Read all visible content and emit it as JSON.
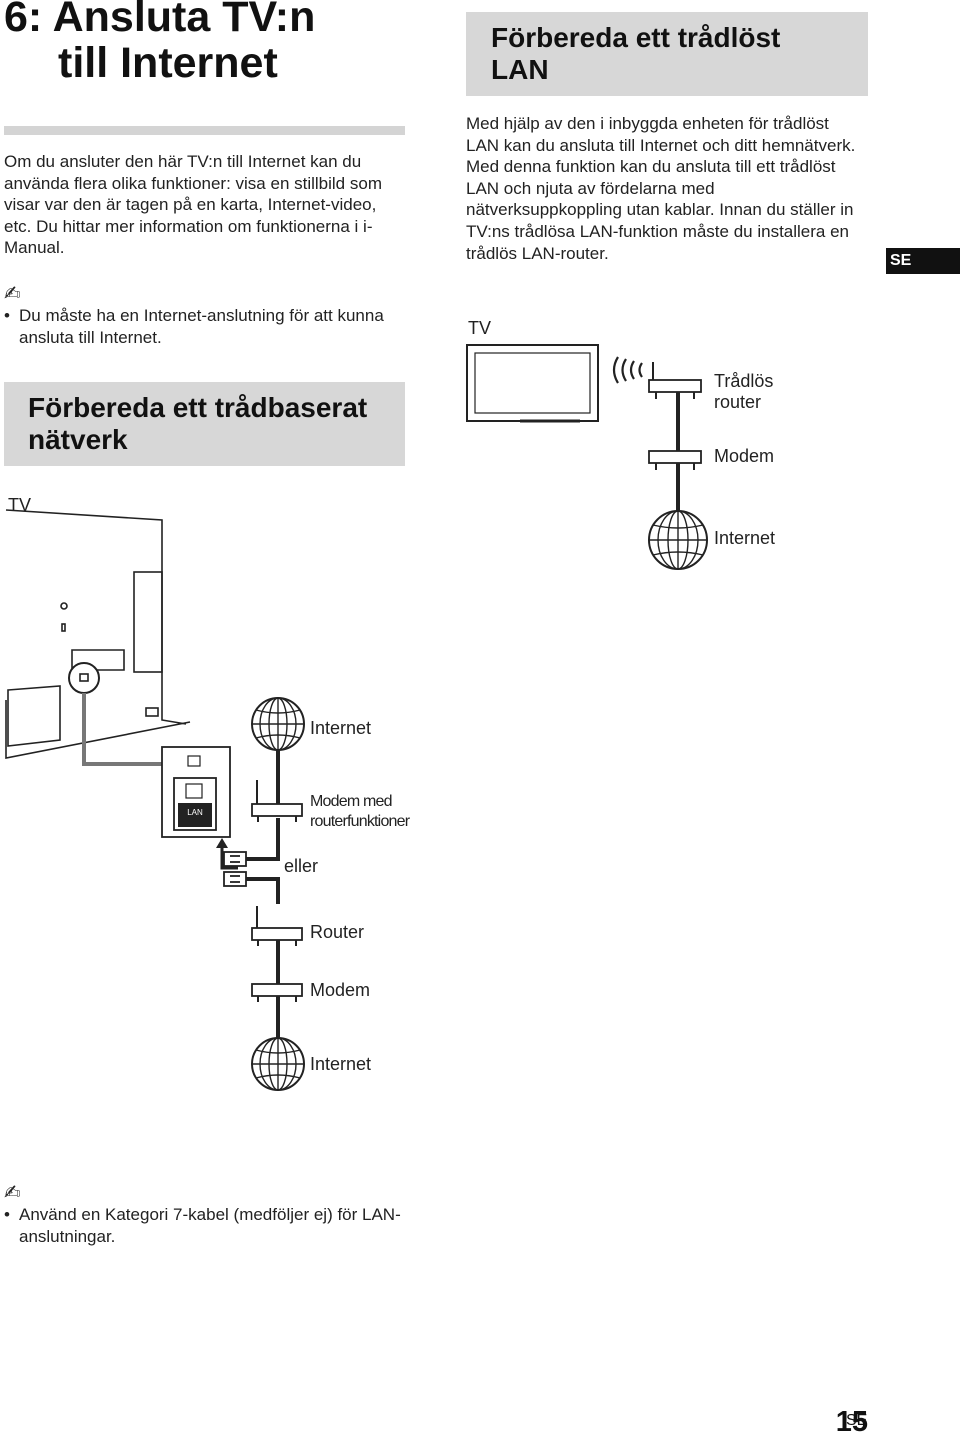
{
  "title": {
    "line1": "6: Ansluta TV:n",
    "line2": "till Internet"
  },
  "intro": "Om du ansluter den här TV:n till Internet kan du använda flera olika funktioner: visa en stillbild som visar var den är tagen på en karta, Internet-video, etc. Du hittar mer information om funktionerna i i-Manual.",
  "note1": "Du måste ha en Internet-anslutning för att kunna ansluta till Internet.",
  "wired": {
    "heading_line1": "Förbereda ett trådbaserat",
    "heading_line2": "nätverk",
    "tv_label": "TV",
    "port_label": "LAN",
    "internet1": "Internet",
    "modem_router_line1": "Modem med",
    "modem_router_line2": "routerfunktioner",
    "or": "eller",
    "router": "Router",
    "modem": "Modem",
    "internet2": "Internet"
  },
  "wireless": {
    "heading_line1": "Förbereda ett trådlöst",
    "heading_line2": "LAN",
    "body": "Med hjälp av den i inbyggda enheten för trådlöst LAN kan du ansluta till Internet och ditt hemnätverk. Med denna funktion kan du ansluta till ett trådlöst LAN och njuta av fördelarna med nätverksuppkoppling utan kablar. Innan du ställer in TV:ns trådlösa LAN-funktion måste du installera en trådlös LAN-router.",
    "tv_label": "TV",
    "router_line1": "Trådlös",
    "router_line2": "router",
    "modem": "Modem",
    "internet": "Internet"
  },
  "note2": "Använd en Kategori 7-kabel (medföljer ej) för LAN-anslutningar.",
  "lang_tab": "SE",
  "page": {
    "number": "15",
    "suffix": "SE"
  }
}
